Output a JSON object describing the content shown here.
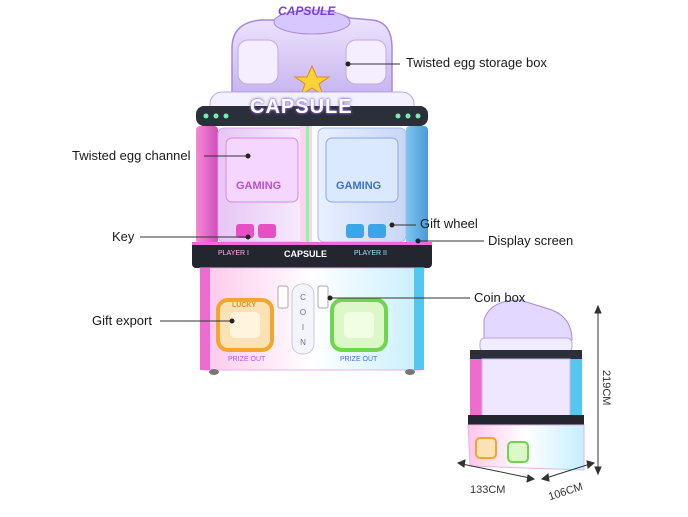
{
  "machine": {
    "brand_text": "CAPSULE",
    "top_sign_text": "CAPSULE",
    "left_window_text": "GAMING",
    "right_window_text": "GAMING",
    "player_left": "PLAYER I",
    "player_right": "PLAYER II",
    "prize_left": "PRIZE OUT",
    "prize_right": "PRIZE OUT",
    "lucky_text": "LUCKY",
    "coin_letters": [
      "C",
      "O",
      "I",
      "N"
    ]
  },
  "callouts": [
    {
      "id": "storage",
      "text": "Twisted egg storage box"
    },
    {
      "id": "channel",
      "text": "Twisted egg channel"
    },
    {
      "id": "wheel",
      "text": "Gift wheel"
    },
    {
      "id": "key",
      "text": "Key"
    },
    {
      "id": "display",
      "text": "Display screen"
    },
    {
      "id": "coin",
      "text": "Coin box"
    },
    {
      "id": "export",
      "text": "Gift export"
    }
  ],
  "dimensions": {
    "height": "219CM",
    "width": "133CM",
    "depth": "106CM"
  },
  "colors": {
    "pink": "#e94fc4",
    "cyan": "#33d6e6",
    "purple": "#9b7ad8",
    "orange": "#f2a531",
    "green": "#6ed54c"
  }
}
